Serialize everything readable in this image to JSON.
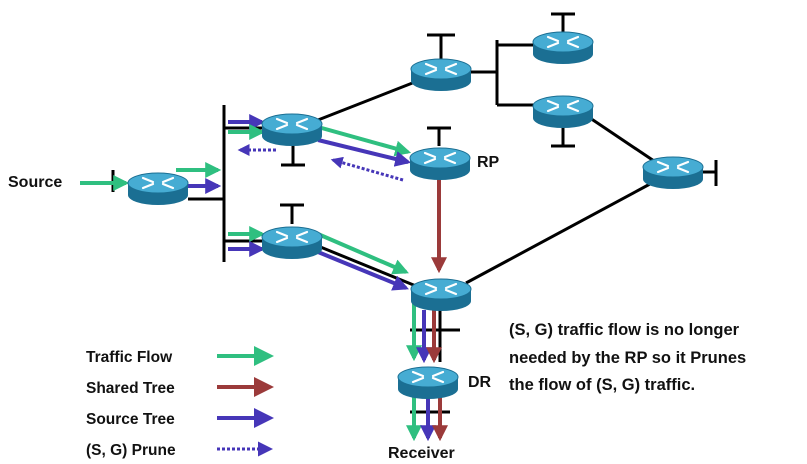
{
  "labels": {
    "source": "Source",
    "rp": "RP",
    "dr": "DR",
    "receiver": "Receiver"
  },
  "note_lines": [
    "(S, G) traffic flow is no longer",
    "needed by the RP so it Prunes",
    "the flow of (S, G) traffic."
  ],
  "legend": [
    {
      "label": "Traffic Flow",
      "color": "#2fbf80",
      "style": "solid"
    },
    {
      "label": "Shared Tree",
      "color": "#9b3a3a",
      "style": "solid"
    },
    {
      "label": "Source Tree",
      "color": "#4636b8",
      "style": "solid"
    },
    {
      "label": "(S, G) Prune",
      "color": "#4636b8",
      "style": "dashed"
    }
  ],
  "colors": {
    "traffic": "#2fbf80",
    "shared": "#9b3a3a",
    "source_tree": "#4636b8",
    "router_body": "#1f7fa6",
    "router_top": "#3ea6cf"
  },
  "icons": {
    "router": "router-icon"
  }
}
